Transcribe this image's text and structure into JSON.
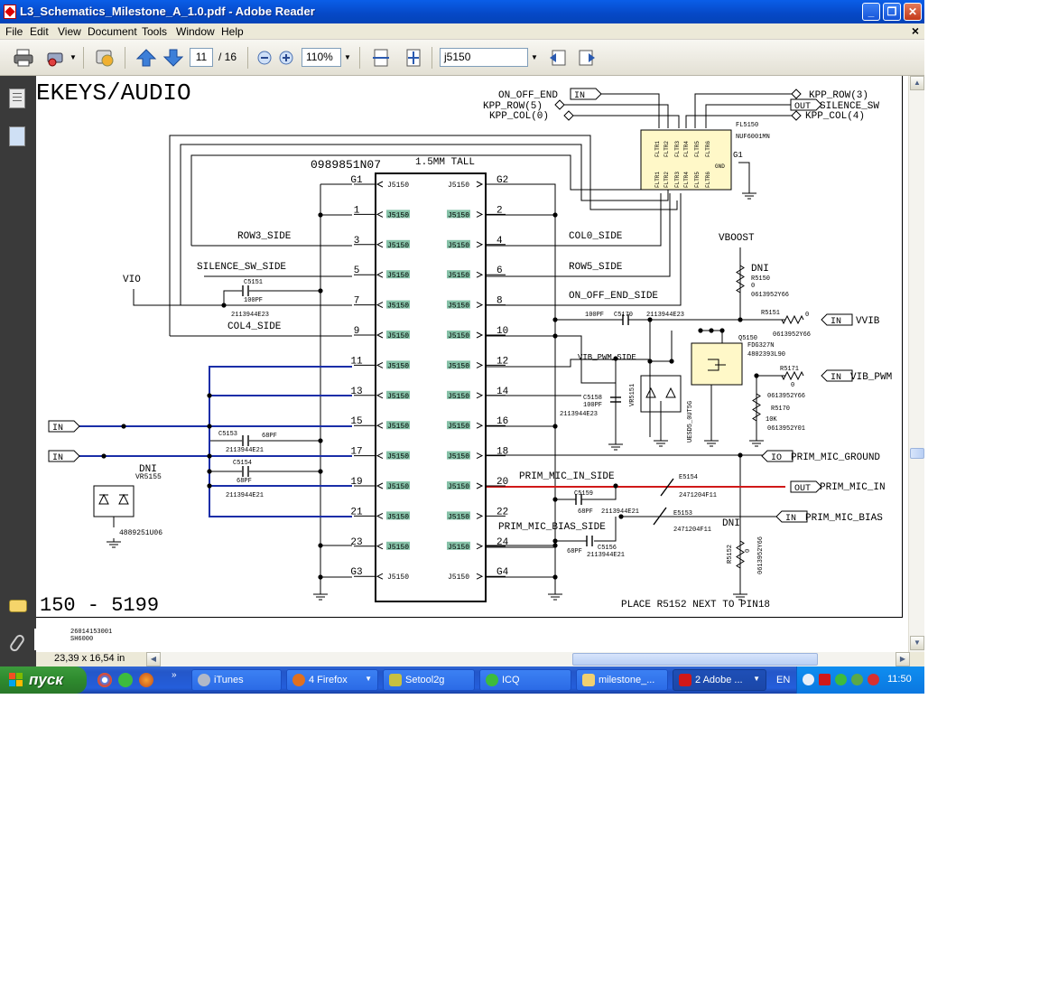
{
  "window": {
    "title": "L3_Schematics_Milestone_A_1.0.pdf - Adobe Reader"
  },
  "menu": [
    "File",
    "Edit",
    "View",
    "Document",
    "Tools",
    "Window",
    "Help"
  ],
  "menu_close": "×",
  "toolbar": {
    "page_current": "11",
    "page_total": "/ 16",
    "zoom": "110%",
    "search": "j5150"
  },
  "status": {
    "page_size": "23,39 x 16,54 in"
  },
  "sheet_labels": {
    "l1": "26014153001",
    "l2": "SH6000"
  },
  "schematic": {
    "title_text": "EKEYS/AUDIO",
    "footer_range": "150 - 5199",
    "note": "PLACE R5152 NEXT TO PIN18",
    "connector_pn": "0989851N07",
    "connector_note": "1.5MM TALL",
    "ref": "J5150",
    "left_pins": [
      "G1",
      "1",
      "3",
      "5",
      "7",
      "9",
      "11",
      "13",
      "15",
      "17",
      "19",
      "21",
      "23",
      "G3"
    ],
    "right_pins": [
      "G2",
      "2",
      "4",
      "6",
      "8",
      "10",
      "12",
      "14",
      "16",
      "18",
      "20",
      "22",
      "24",
      "G4"
    ],
    "labels": {
      "on_off_end": "ON_OFF_END",
      "kpp_row5": "KPP_ROW(5)",
      "kpp_col0": "KPP_COL(0)",
      "kpp_row3": "KPP_ROW(3)",
      "silence_sw": "SILENCE_SW",
      "kpp_col4": "KPP_COL(4)",
      "in": "IN",
      "out": "OUT",
      "io": "IO",
      "row3_side": "ROW3_SIDE",
      "silence_sw_side": "SILENCE_SW_SIDE",
      "col4_side": "COL4_SIDE",
      "col0_side": "COL0_SIDE",
      "row5_side": "ROW5_SIDE",
      "on_off_end_side": "ON_OFF_END_SIDE",
      "vib_pwm_side": "VIB_PWM_SIDE",
      "prim_mic_in_side": "PRIM_MIC_IN_SIDE",
      "prim_mic_bias_side": "PRIM_MIC_BIAS_SIDE",
      "vio": "VIO",
      "vboost": "VBOOST",
      "dni": "DNI",
      "vvib": "VVIB",
      "vib_pwm": "VIB_PWM",
      "prim_mic_ground": "PRIM_MIC_GROUND",
      "prim_mic_in": "PRIM_MIC_IN",
      "prim_mic_bias": "PRIM_MIC_BIAS",
      "fl5150": "FL5150",
      "nuf6001mn": "NUF6001MN",
      "g1": "G1",
      "gnd": "GND",
      "c5151": "C5151",
      "p100pf": "100PF",
      "pn_2113944e23": "2113944E23",
      "c5153": "C5153",
      "p68pf": "68PF",
      "pn_2113944e21": "2113944E21",
      "c5154": "C5154",
      "vr5155": "VR5155",
      "pn_4889251u06": "4889251U06",
      "r5150": "R5150",
      "zero": "0",
      "pn_0613952y66": "0613952Y66",
      "r5151": "R5151",
      "c5170": "C5170",
      "q5150": "Q5150",
      "fdg327n": "FDG327N",
      "pn_4802393l90": "4802393L90",
      "r5171": "R5171",
      "r5170": "R5170",
      "p10k": "10K",
      "pn_0613952y01": "0613952Y01",
      "c5158": "C5158",
      "vr5151": "VR5151",
      "uesd5_0ut5g": "UESD5_0UT5G",
      "e5154": "E5154",
      "pn_2471204f11": "2471204F11",
      "c5159": "C5159",
      "e5153": "E5153",
      "c5156": "C5156",
      "r5152": "R5152"
    }
  },
  "taskbar": {
    "start": "пуск",
    "tasks": [
      "iTunes",
      "4 Firefox",
      "Setool2g",
      "ICQ",
      "milestone_...",
      "2 Adobe ..."
    ],
    "lang": "EN",
    "clock": "11:50"
  },
  "colors": {
    "blue_net": "#1a2ea8",
    "red_net": "#d01818",
    "pin_highlight": "#86c2a8",
    "ic_fill": "#fff8c8",
    "titlebar": "#0648c6",
    "taskbar": "#245edb"
  }
}
